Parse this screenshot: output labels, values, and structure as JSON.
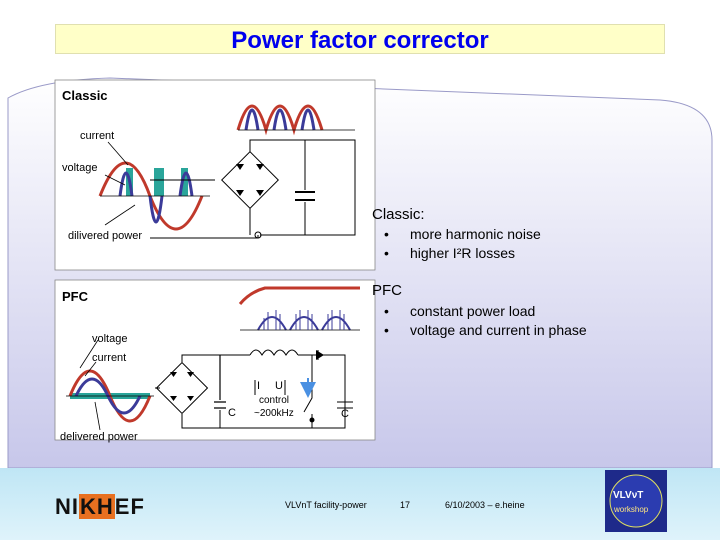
{
  "slide": {
    "title": "Power factor corrector"
  },
  "classic": {
    "section_label": "Classic",
    "label_current": "current",
    "label_voltage": "voltage",
    "label_delivered": "dilivered power"
  },
  "pfc": {
    "section_label": "PFC",
    "label_voltage": "voltage",
    "label_current": "current",
    "label_delivered": "delivered power",
    "label_c1": "C",
    "label_c2": "C",
    "label_i": "I",
    "label_u": "U",
    "label_control": "control",
    "label_freq": "~200kHz"
  },
  "notes": {
    "classic_head": "Classic:",
    "classic_items": [
      "more harmonic noise",
      "higher I²R losses"
    ],
    "pfc_head": "PFC",
    "pfc_items": [
      "constant power load",
      "voltage and current in phase"
    ]
  },
  "footer": {
    "logo_left": "NI",
    "logo_mid": "KH",
    "logo_right": "EF",
    "conference": "VLVnT facility-power",
    "page": "17",
    "date_author": "6/10/2003 – e.heine",
    "badge_top": "VLVνT",
    "badge_bottom": "workshop"
  },
  "colors": {
    "title": "#0000ee",
    "voltage_wave": "#c0392b",
    "current_wave": "#3b3b99",
    "power_bar": "#2aa59a",
    "panel": "#e6e6f5",
    "footer": "#cdeaf6"
  }
}
